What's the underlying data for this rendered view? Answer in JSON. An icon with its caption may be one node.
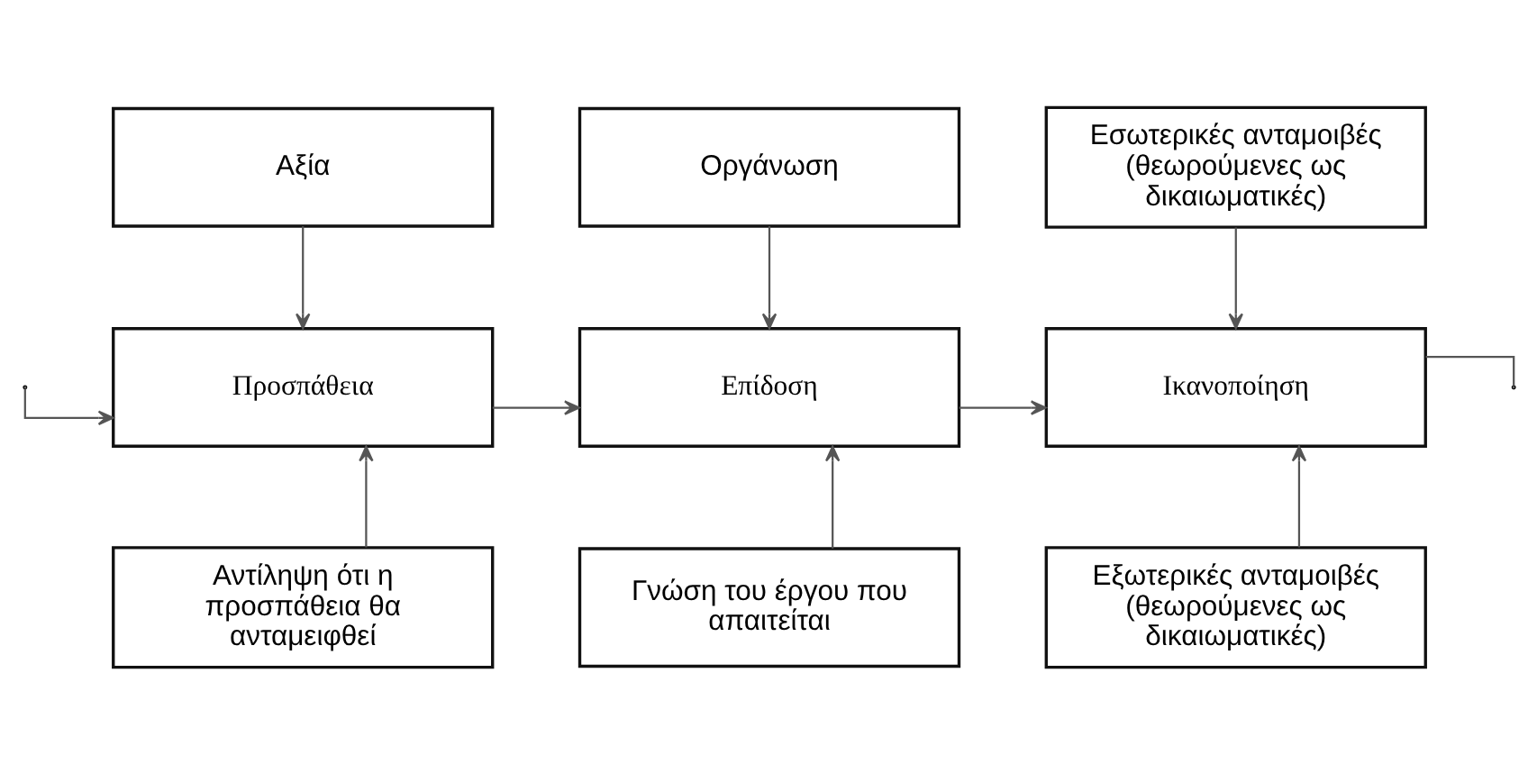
{
  "diagram": {
    "nodes": [
      {
        "text": [
          "Αξία"
        ]
      },
      {
        "text": [
          "Οργάνωση"
        ]
      },
      {
        "text": [
          "Εσωτερικές ανταμοιβές (θεωρούμενες ως δικαιωματικές)"
        ]
      },
      {
        "text": [
          "Προσπάθεια"
        ]
      },
      {
        "text": [
          "Επίδοση"
        ]
      },
      {
        "text": [
          "Ικανοποίηση"
        ]
      },
      {
        "text": [
          "Αντίληψη ότι η προσπάθεια θα ανταμειφθεί"
        ]
      },
      {
        "text": [
          "Γνώση του έργου που απαιτείται"
        ]
      },
      {
        "text": [
          "Εξωτερικές ανταμοιβές (θεωρούμενες ως δικαιωματικές)"
        ]
      }
    ],
    "edges": [
      {
        "from": 0,
        "to": 3,
        "arrow": "to"
      },
      {
        "from": 1,
        "to": 4,
        "arrow": "to"
      },
      {
        "from": 2,
        "to": 5,
        "arrow": "to"
      },
      {
        "from": 3,
        "to": 4,
        "arrow": "to"
      },
      {
        "from": 4,
        "to": 5,
        "arrow": "to"
      },
      {
        "from": 6,
        "to": 3,
        "arrow": "to"
      },
      {
        "from": 7,
        "to": 4,
        "arrow": "to"
      },
      {
        "from": 8,
        "to": 5,
        "arrow": "to"
      },
      {
        "from": 5,
        "to": null,
        "arrow": "none"
      },
      {
        "from": null,
        "to": 3,
        "arrow": "to"
      }
    ]
  }
}
